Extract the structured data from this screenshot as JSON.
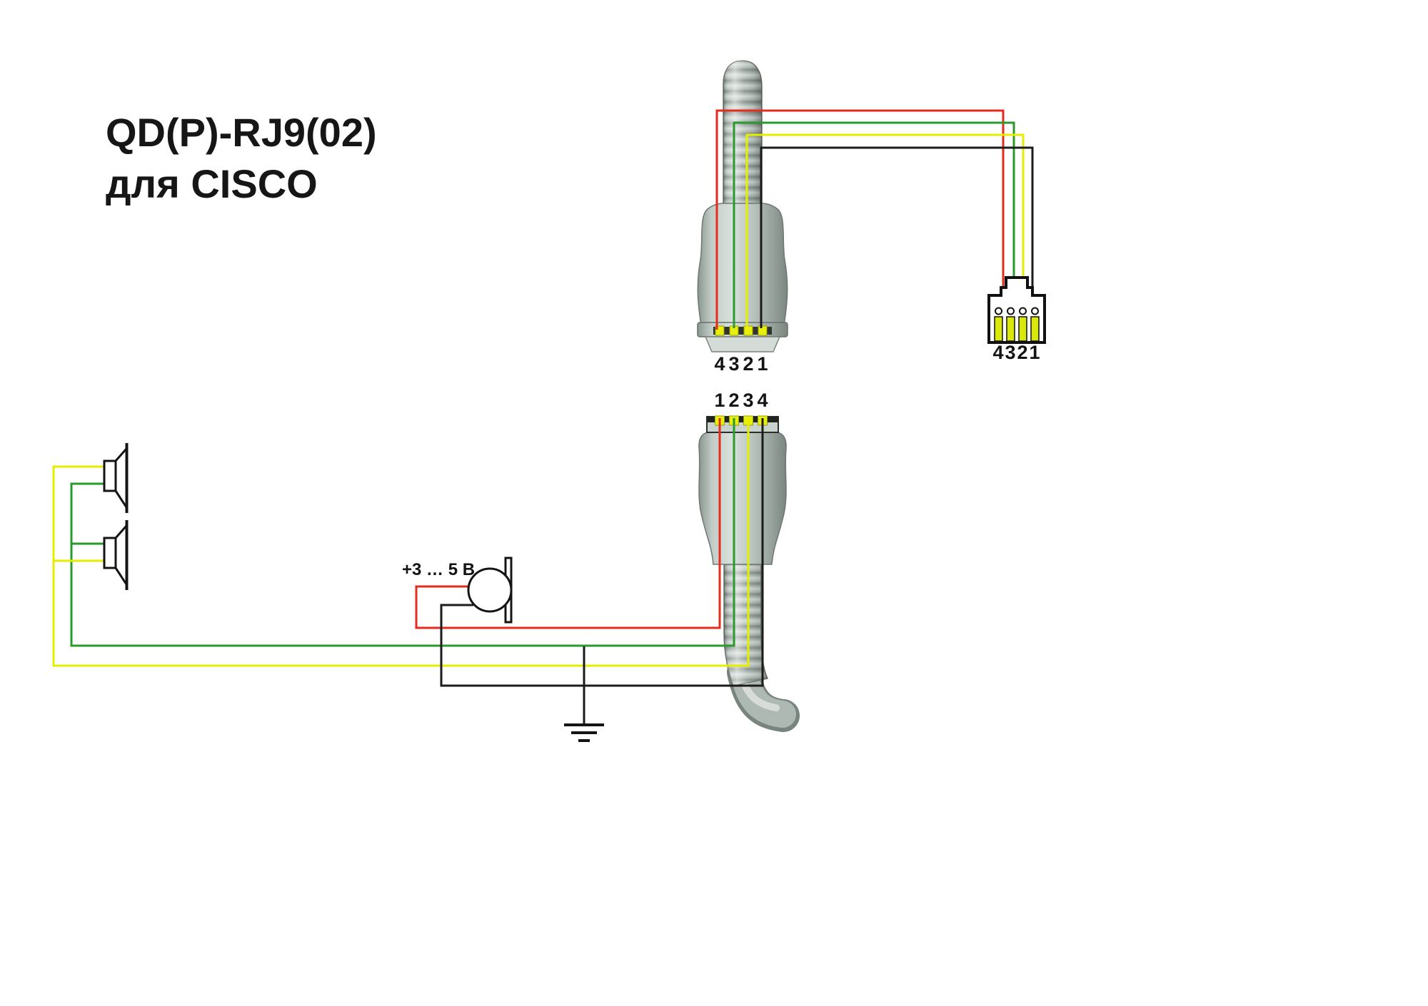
{
  "title": {
    "line1": "QD(P)-RJ9(02)",
    "line2": "для CISCO"
  },
  "mic": {
    "voltage_label": "+3 … 5 В"
  },
  "connectors": {
    "qd_plug_top": {
      "pin_labels": [
        "4",
        "3",
        "2",
        "1"
      ]
    },
    "qd_plug_bottom": {
      "pin_labels": [
        "1",
        "2",
        "3",
        "4"
      ]
    },
    "rj9": {
      "pin_labels": [
        "4",
        "3",
        "2",
        "1"
      ]
    }
  },
  "colors": {
    "wire_red": "#e42b1d",
    "wire_green": "#2a9a2e",
    "wire_yellow": "#e6ee00",
    "wire_black": "#1b1b1b",
    "contact_yellow": "#e9ef0c",
    "rj9_pin_yellow": "#d9e70b"
  }
}
